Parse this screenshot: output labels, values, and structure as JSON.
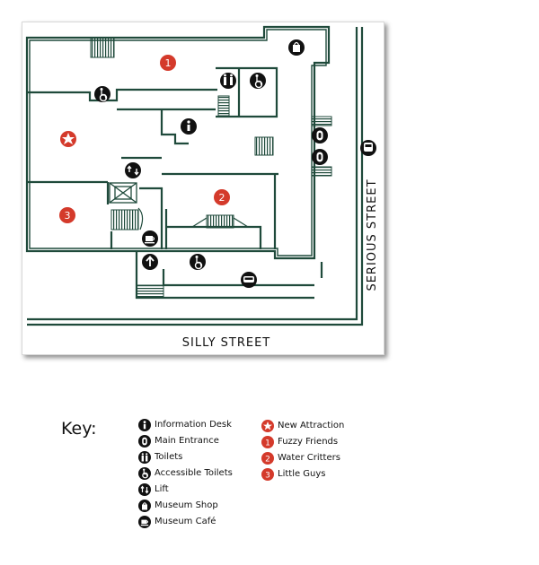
{
  "map": {
    "streets": {
      "bottom": "SILLY STREET",
      "right": "SERIOUS STREET"
    },
    "area_numbers": {
      "fuzzy_friends": "1",
      "water_critters": "2",
      "little_guys": "3"
    },
    "colors": {
      "wall": "#1f4a3b",
      "marker_red": "#d43a2b",
      "icon_dark": "#111111",
      "stair_fill": "#ffffff"
    }
  },
  "legend": {
    "title": "Key:",
    "facilities": [
      {
        "icon": "information-icon",
        "label": "Information Desk"
      },
      {
        "icon": "main-entrance-icon",
        "label": "Main Entrance"
      },
      {
        "icon": "toilets-icon",
        "label": "Toilets"
      },
      {
        "icon": "accessible-toilets-icon",
        "label": "Accessible Toilets"
      },
      {
        "icon": "lift-icon",
        "label": "Lift"
      },
      {
        "icon": "museum-shop-icon",
        "label": "Museum Shop"
      },
      {
        "icon": "museum-cafe-icon",
        "label": "Museum Café"
      }
    ],
    "attractions": [
      {
        "icon": "star-icon",
        "symbol": "★",
        "label": "New Attraction"
      },
      {
        "icon": "area-1-icon",
        "symbol": "1",
        "label": "Fuzzy Friends"
      },
      {
        "icon": "area-2-icon",
        "symbol": "2",
        "label": "Water Critters"
      },
      {
        "icon": "area-3-icon",
        "symbol": "3",
        "label": "Little Guys"
      }
    ]
  }
}
